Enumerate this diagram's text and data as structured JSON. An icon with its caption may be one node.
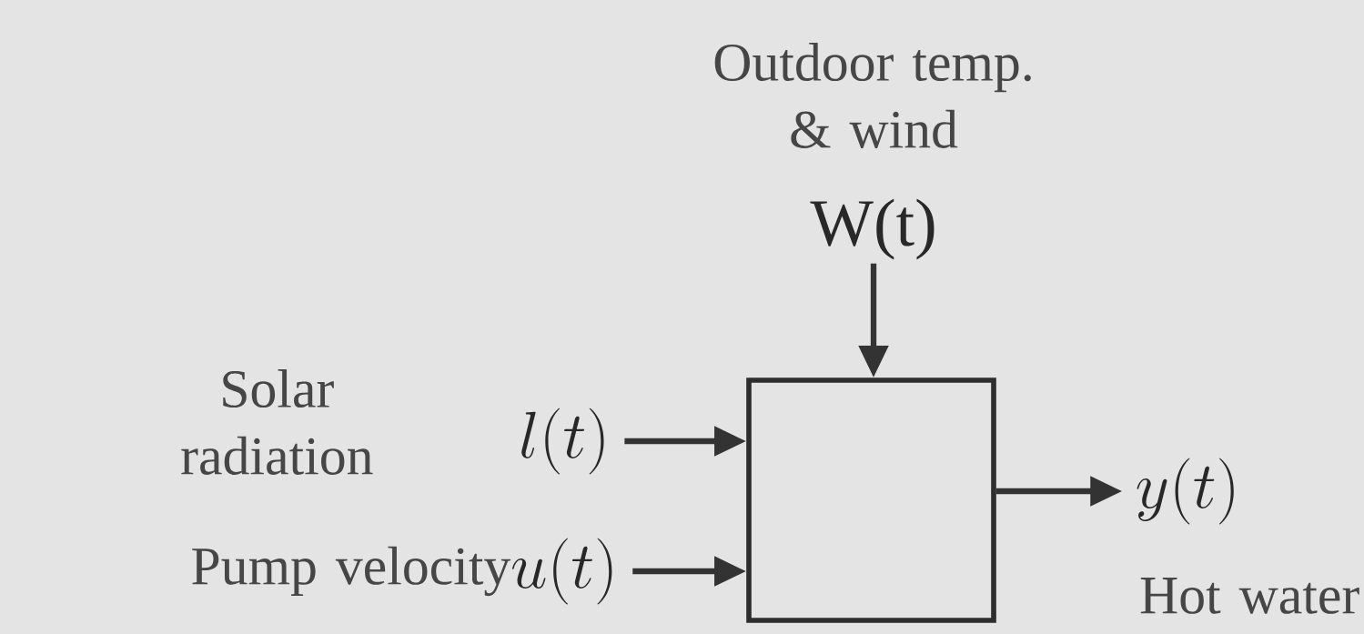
{
  "diagram": {
    "nodes": [
      {
        "text": [
          "W(t)"
        ],
        "beside": [
          "Outdoor temp. & wind"
        ]
      },
      {
        "text": [
          "l(t)"
        ],
        "beside": [
          "Solar radiation"
        ]
      },
      {
        "text": [
          "u(t)"
        ],
        "beside": [
          "Pump velocity"
        ]
      },
      {
        "text": [],
        "shape": "box"
      },
      {
        "text": [
          "y(t)"
        ],
        "beside": [
          "Hot water"
        ]
      }
    ],
    "edges": [
      {
        "from": 0,
        "to": 3,
        "arrow": "to"
      },
      {
        "from": 1,
        "to": 3,
        "arrow": "to"
      },
      {
        "from": 2,
        "to": 3,
        "arrow": "to"
      },
      {
        "from": 3,
        "to": 4,
        "arrow": "to"
      }
    ]
  }
}
